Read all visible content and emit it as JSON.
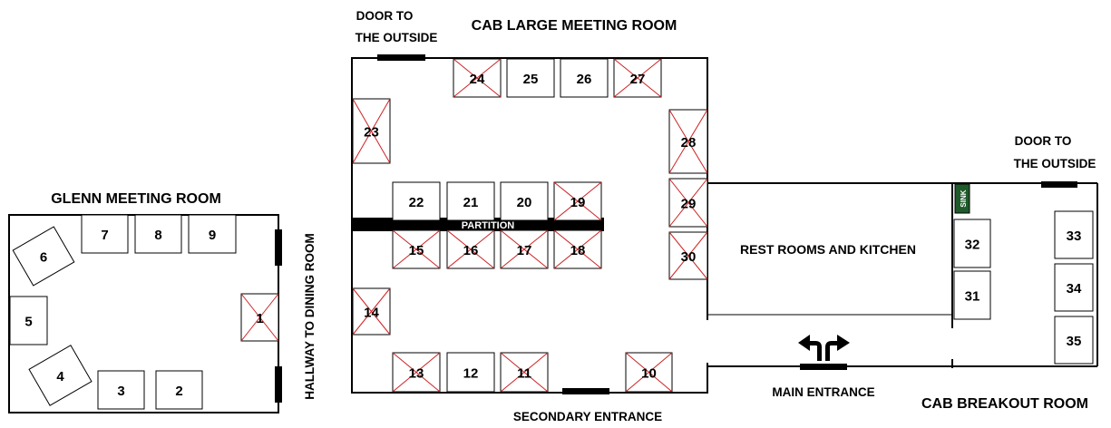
{
  "rooms": {
    "glenn": "GLENN MEETING ROOM",
    "cab_large": "CAB LARGE MEETING ROOM",
    "cab_breakout": "CAB BREAKOUT ROOM",
    "restrooms": "REST ROOMS AND KITCHEN"
  },
  "labels": {
    "door_top_1": "DOOR TO",
    "door_top_2": "THE OUTSIDE",
    "door_right_1": "DOOR TO",
    "door_right_2": "THE OUTSIDE",
    "hallway": "HALLWAY TO DINING ROOM",
    "partition": "PARTITION",
    "secondary_entrance": "SECONDARY ENTRANCE",
    "main_entrance": "MAIN ENTRANCE",
    "sink": "SINK"
  },
  "tables": [
    {
      "id": "1",
      "crossed": true
    },
    {
      "id": "2",
      "crossed": false
    },
    {
      "id": "3",
      "crossed": false
    },
    {
      "id": "4",
      "crossed": false
    },
    {
      "id": "5",
      "crossed": false
    },
    {
      "id": "6",
      "crossed": false
    },
    {
      "id": "7",
      "crossed": false
    },
    {
      "id": "8",
      "crossed": false
    },
    {
      "id": "9",
      "crossed": false
    },
    {
      "id": "10",
      "crossed": true
    },
    {
      "id": "11",
      "crossed": true
    },
    {
      "id": "12",
      "crossed": false
    },
    {
      "id": "13",
      "crossed": true
    },
    {
      "id": "14",
      "crossed": true
    },
    {
      "id": "15",
      "crossed": true
    },
    {
      "id": "16",
      "crossed": true
    },
    {
      "id": "17",
      "crossed": true
    },
    {
      "id": "18",
      "crossed": true
    },
    {
      "id": "19",
      "crossed": true
    },
    {
      "id": "20",
      "crossed": false
    },
    {
      "id": "21",
      "crossed": false
    },
    {
      "id": "22",
      "crossed": false
    },
    {
      "id": "23",
      "crossed": true
    },
    {
      "id": "24",
      "crossed": true
    },
    {
      "id": "25",
      "crossed": false
    },
    {
      "id": "26",
      "crossed": false
    },
    {
      "id": "27",
      "crossed": true
    },
    {
      "id": "28",
      "crossed": true
    },
    {
      "id": "29",
      "crossed": true
    },
    {
      "id": "30",
      "crossed": true
    },
    {
      "id": "31",
      "crossed": false
    },
    {
      "id": "32",
      "crossed": false
    },
    {
      "id": "33",
      "crossed": false
    },
    {
      "id": "34",
      "crossed": false
    },
    {
      "id": "35",
      "crossed": false
    }
  ],
  "colors": {
    "wall": "#000000",
    "table_border": "#000000",
    "cross": "#cc2222",
    "sink_bg": "#1f5a2a",
    "partition_bg": "#000000"
  }
}
